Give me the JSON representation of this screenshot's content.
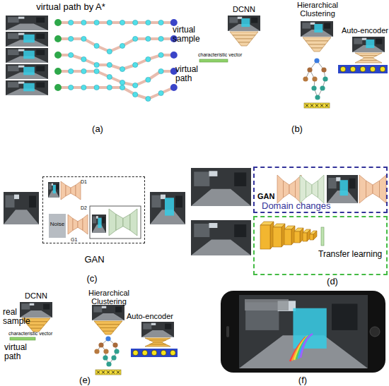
{
  "diagram": {
    "nodes": [
      {
        "text": [
          "GAN"
        ]
      },
      {
        "text": [
          "Noise"
        ],
        "in": 0
      },
      {
        "text": [
          "GAN",
          "Domain changes"
        ]
      },
      {
        "text": [
          "Transfer learning"
        ]
      }
    ],
    "labels": [
      "virtual path by A*",
      "(a)",
      "DCNN",
      "Hierarchical Clustering",
      "Auto-encoder",
      "virtual sample",
      "characteristic vector",
      "virtual path",
      "(b)",
      "D1",
      "D2",
      "G1",
      "(c)",
      "(d)",
      "DCNN",
      "Hierarchical Clustering",
      "Auto-encoder",
      "real sample",
      "characteristic vector",
      "virtual path",
      "(e)",
      "(f)"
    ]
  }
}
